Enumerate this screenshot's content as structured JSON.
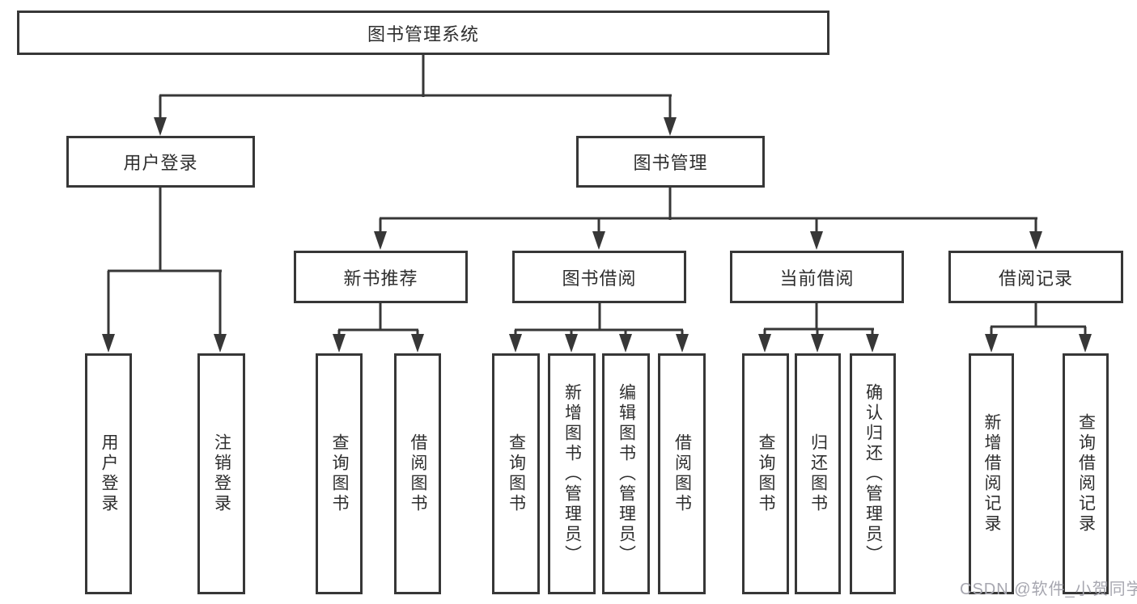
{
  "watermark": "CSDN @软件_小贺同学",
  "colors": {
    "line": "#373737",
    "text": "#2e2e2e",
    "background": "#ffffff",
    "watermark": "#a7a7b0"
  },
  "tree": {
    "root": {
      "label": "图书管理系统",
      "children": [
        {
          "label": "用户登录",
          "children": [
            {
              "label": "用户登录"
            },
            {
              "label": "注销登录"
            }
          ]
        },
        {
          "label": "图书管理",
          "children": [
            {
              "label": "新书推荐",
              "children": [
                {
                  "label": "查询图书"
                },
                {
                  "label": "借阅图书"
                }
              ]
            },
            {
              "label": "图书借阅",
              "children": [
                {
                  "label": "查询图书"
                },
                {
                  "label": "新增图书（管理员）"
                },
                {
                  "label": "编辑图书（管理员）"
                },
                {
                  "label": "借阅图书"
                }
              ]
            },
            {
              "label": "当前借阅",
              "children": [
                {
                  "label": "查询图书"
                },
                {
                  "label": "归还图书"
                },
                {
                  "label": "确认归还（管理员）"
                }
              ]
            },
            {
              "label": "借阅记录",
              "children": [
                {
                  "label": "新增借阅记录"
                },
                {
                  "label": "查询借阅记录"
                }
              ]
            }
          ]
        }
      ]
    }
  }
}
